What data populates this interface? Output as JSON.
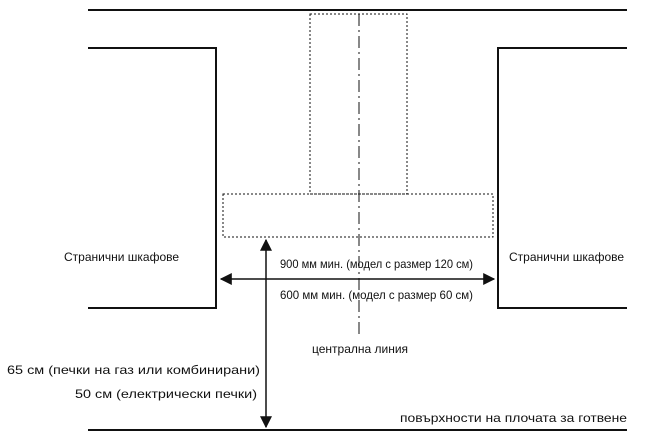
{
  "labels": {
    "side_cabinets_left": "Странични шкафове",
    "side_cabinets_right": "Странични шкафове",
    "width_120": "900 мм мин. (модел с размер 120 см)",
    "width_60": "600 мм мин. (модел с размер 60 см)",
    "centre_line": "централна линия",
    "height_gas": "65 см (печки на газ или комбинирани)",
    "height_electric": "50 см (електрически печки)",
    "cooktop_surface": "повърхности на плочата за готвене"
  },
  "colors": {
    "line": "#111111",
    "background": "#ffffff"
  }
}
